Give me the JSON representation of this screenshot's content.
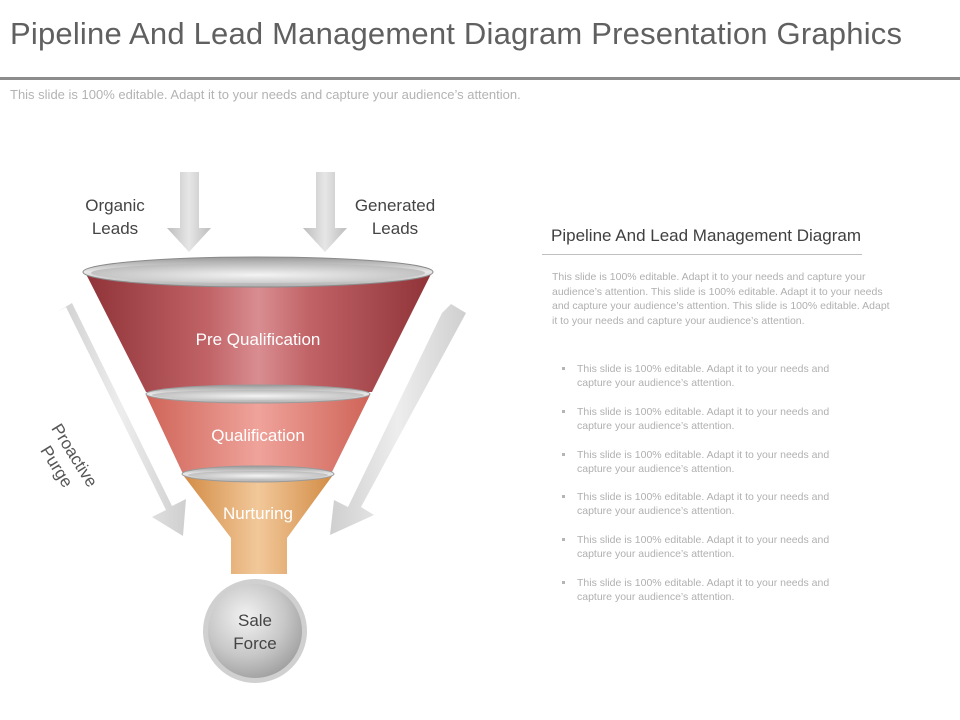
{
  "title": "Pipeline And Lead Management Diagram Presentation Graphics",
  "subtitle": "This slide is 100% editable. Adapt it to your needs and capture your audience’s attention.",
  "diagram": {
    "organic_leads": "Organic\nLeads",
    "generated_leads": "Generated\nLeads",
    "proactive_purge": "Proactive\nPurge",
    "stages": [
      {
        "label": "Pre Qualification",
        "color": "#a5454b"
      },
      {
        "label": "Qualification",
        "color": "#e0766c"
      },
      {
        "label": "Nurturing",
        "color": "#e2a965"
      }
    ],
    "sale_force": "Sale\nForce"
  },
  "panel": {
    "heading": "Pipeline And Lead Management Diagram",
    "paragraph": "This slide is 100% editable. Adapt it to your needs and capture your audience’s attention. This slide is 100% editable. Adapt it to your needs and capture your audience’s attention. This slide is 100% editable. Adapt it to your needs and capture your audience’s attention.",
    "bullets": [
      "This slide is 100% editable. Adapt it to your needs and capture your audience’s attention.",
      "This slide is 100% editable. Adapt it to your needs and capture your audience’s attention.",
      "This slide is 100% editable. Adapt it to your needs and capture your audience’s attention.",
      "This slide is 100% editable. Adapt it to your needs and capture your audience’s attention.",
      "This slide is 100% editable. Adapt it to your needs and capture your audience’s attention.",
      "This slide is 100% editable. Adapt it to your needs and capture your audience’s attention."
    ]
  }
}
